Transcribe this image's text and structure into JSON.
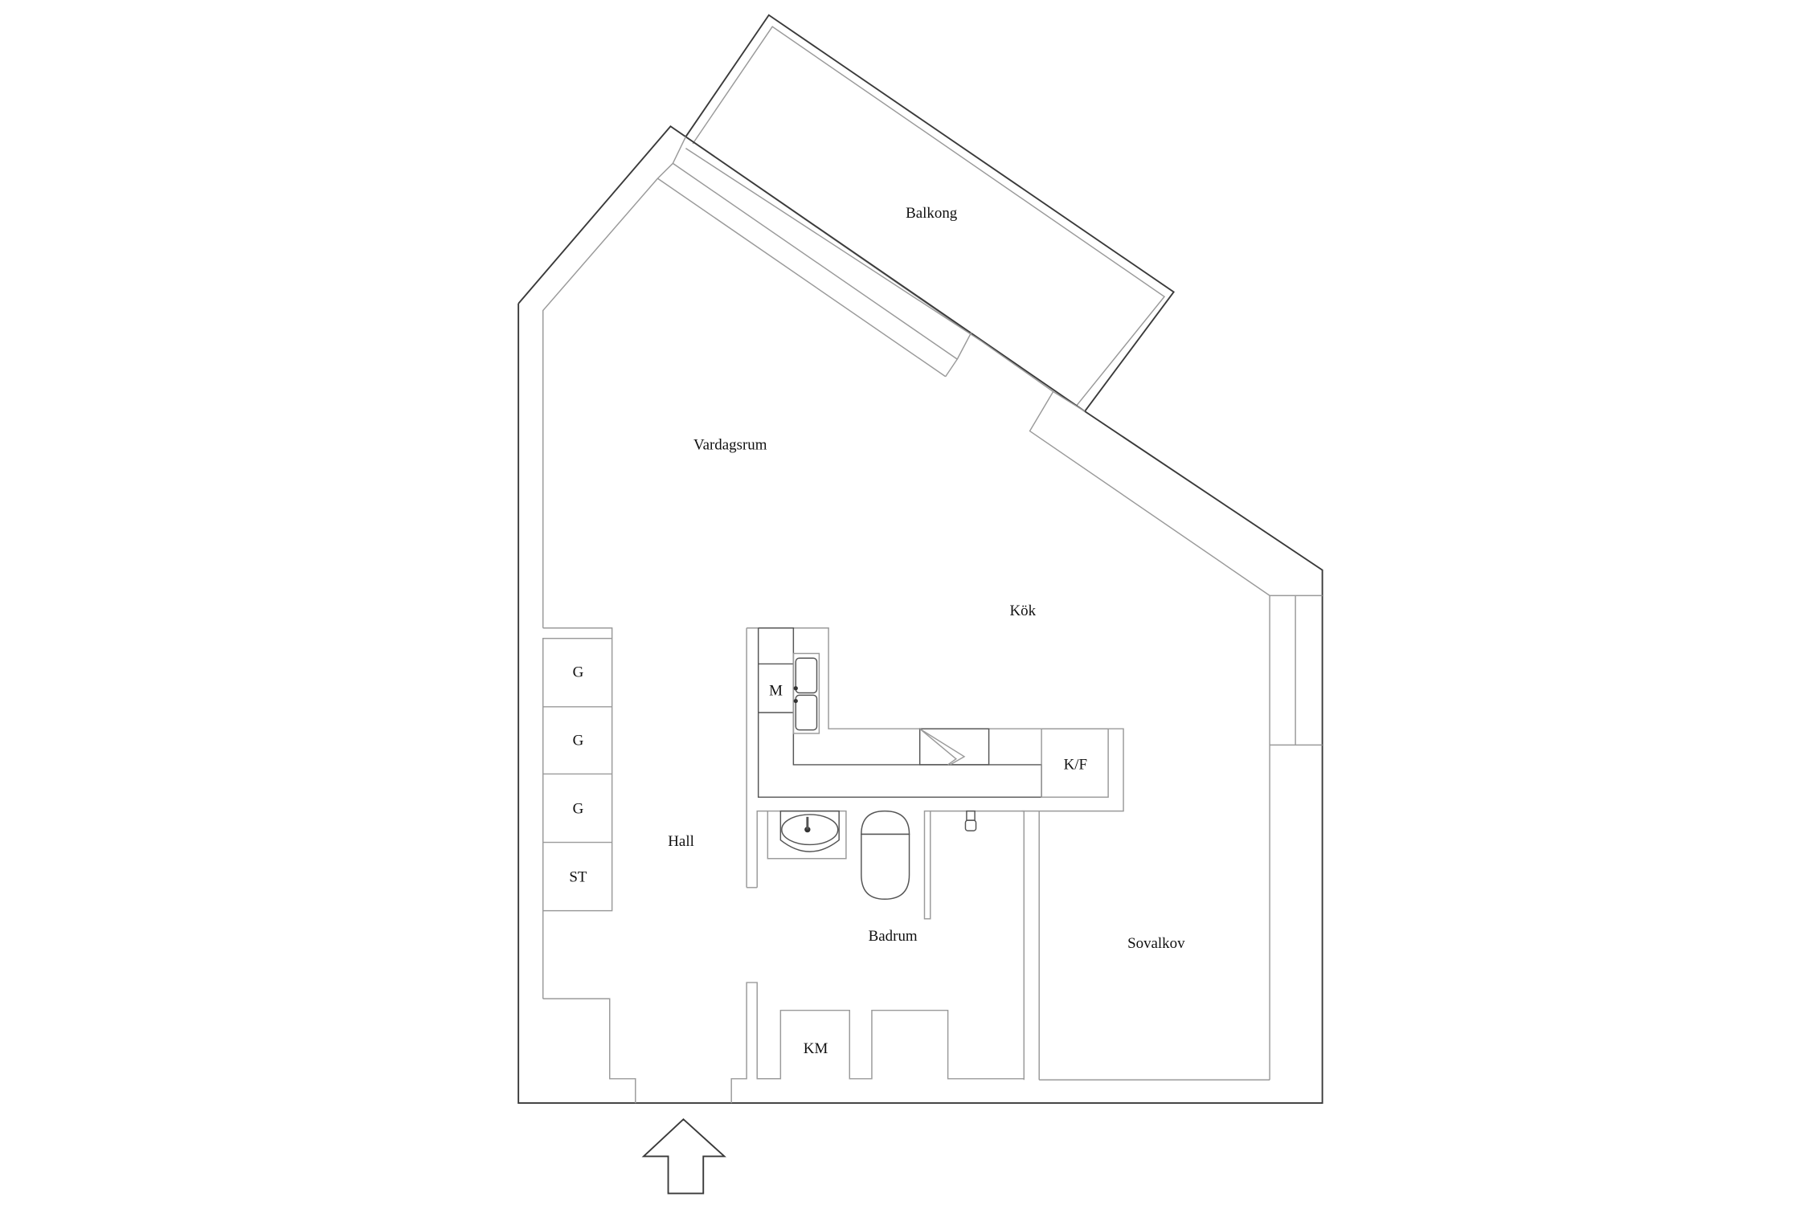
{
  "floorplan": {
    "rooms": {
      "balkong": "Balkong",
      "vardagsrum": "Vardagsrum",
      "kok": "Kök",
      "hall": "Hall",
      "badrum": "Badrum",
      "sovalkov": "Sovalkov"
    },
    "fixtures": {
      "g1": "G",
      "g2": "G",
      "g3": "G",
      "st": "ST",
      "m": "M",
      "kf": "K/F",
      "km": "KM"
    },
    "entrance_arrow": "entrance-arrow"
  }
}
